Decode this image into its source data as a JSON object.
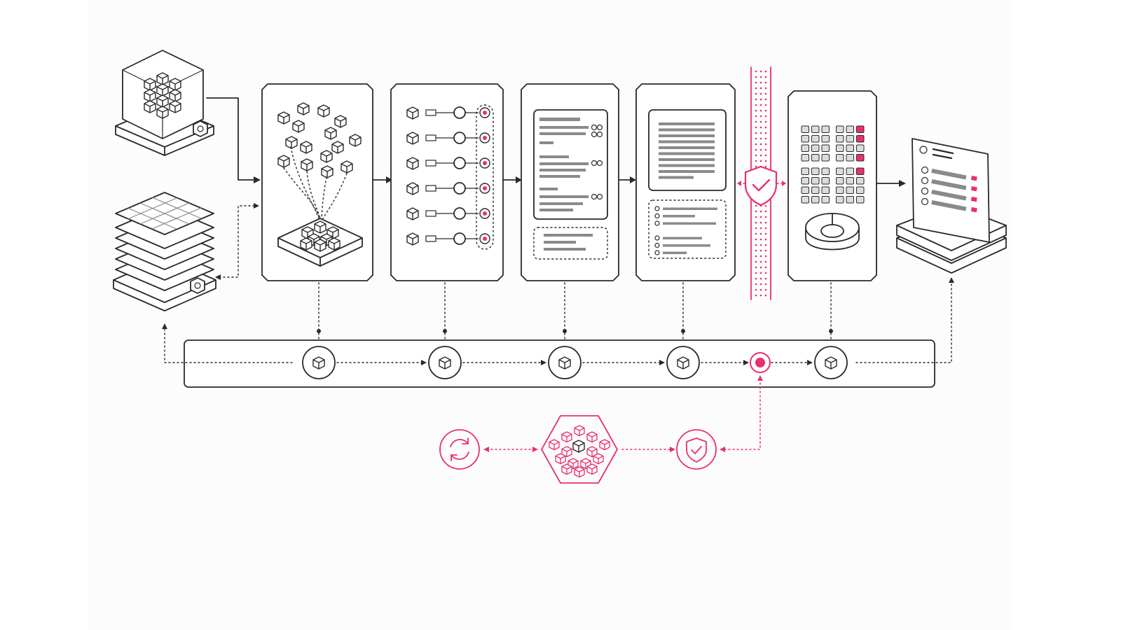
{
  "diagram": {
    "type": "data-pipeline-illustration",
    "stages": [
      {
        "id": "source-cube",
        "icon": "data-cube-icon"
      },
      {
        "id": "source-layers",
        "icon": "layered-grid-icon"
      },
      {
        "id": "ingest",
        "icon": "scatter-cubes-icon"
      },
      {
        "id": "map",
        "icon": "mapping-rows-icon"
      },
      {
        "id": "transform",
        "icon": "document-panel-icon"
      },
      {
        "id": "model",
        "icon": "document-list-icon"
      },
      {
        "id": "validate",
        "icon": "shield-check-icon"
      },
      {
        "id": "aggregate",
        "icon": "grid-donut-icon"
      },
      {
        "id": "publish",
        "icon": "report-stack-icon"
      }
    ],
    "bus_nodes": 6,
    "accent_color": "#e8306e",
    "line_color": "#2a2a2a",
    "feedback": [
      {
        "id": "sync",
        "icon": "refresh-icon"
      },
      {
        "id": "cluster",
        "icon": "hex-cluster-icon"
      },
      {
        "id": "guard",
        "icon": "shield-check-icon"
      }
    ]
  }
}
